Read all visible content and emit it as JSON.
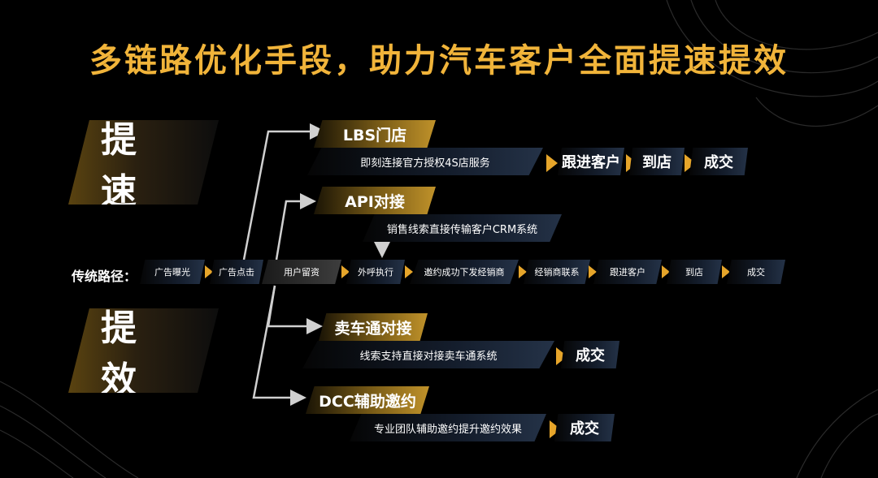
{
  "title": "多链路优化手段，助力汽车客户全面提速提效",
  "sections": {
    "speed": "提速",
    "efficiency": "提效"
  },
  "traditional": {
    "label": "传统路径：",
    "steps": [
      "广告曝光",
      "广告点击",
      "用户留资",
      "外呼执行",
      "邀约成功下发经销商",
      "经销商联系",
      "跟进客户",
      "到店",
      "成交"
    ]
  },
  "branches": {
    "lbs": {
      "title": "LBS门店",
      "desc": "即刻连接官方授权4S店服务",
      "steps": [
        "跟进客户",
        "到店",
        "成交"
      ]
    },
    "api": {
      "title": "API对接",
      "desc": "销售线索直接传输客户CRM系统"
    },
    "maiche": {
      "title": "卖车通对接",
      "desc": "线索支持直接对接卖车通系统",
      "steps": [
        "成交"
      ]
    },
    "dcc": {
      "title": "DCC辅助邀约",
      "desc": "专业团队辅助邀约提升邀约效果",
      "steps": [
        "成交"
      ]
    }
  },
  "colors": {
    "accent": "#f1b43a",
    "arrow": "#e6a52a",
    "connector": "#d0d0d0"
  }
}
